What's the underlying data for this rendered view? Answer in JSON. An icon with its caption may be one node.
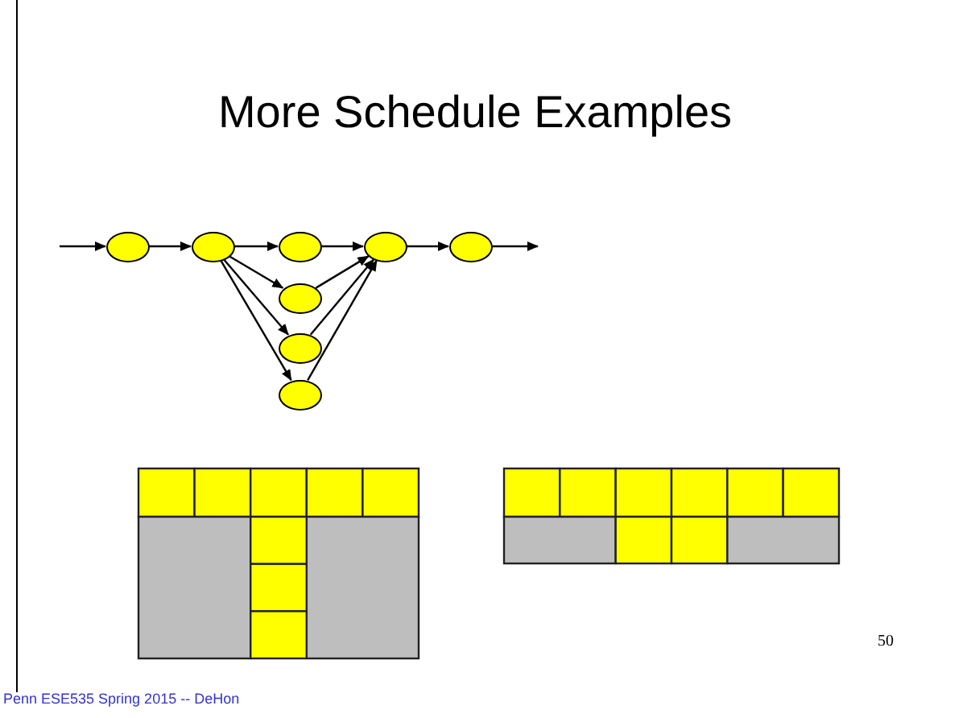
{
  "diagram": {
    "title": "More Schedule Examples",
    "nodes": [
      {
        "text": [],
        "shape": "circle"
      },
      {
        "text": [],
        "shape": "circle"
      },
      {
        "text": [],
        "shape": "circle"
      },
      {
        "text": [],
        "shape": "circle"
      },
      {
        "text": [],
        "shape": "circle"
      },
      {
        "text": [],
        "shape": "circle"
      },
      {
        "text": [],
        "shape": "circle"
      },
      {
        "text": [],
        "shape": "circle"
      }
    ],
    "edges": [
      {
        "from": null,
        "to": 0,
        "arrow": "to"
      },
      {
        "from": 0,
        "to": 1,
        "arrow": "to"
      },
      {
        "from": 1,
        "to": 2,
        "arrow": "to"
      },
      {
        "from": 2,
        "to": 3,
        "arrow": "to"
      },
      {
        "from": 3,
        "to": 4,
        "arrow": "to"
      },
      {
        "from": 4,
        "to": null,
        "arrow": "to"
      },
      {
        "from": 1,
        "to": 5,
        "arrow": "to"
      },
      {
        "from": 1,
        "to": 6,
        "arrow": "to"
      },
      {
        "from": 1,
        "to": 7,
        "arrow": "to"
      },
      {
        "from": 5,
        "to": 3,
        "arrow": "to"
      },
      {
        "from": 6,
        "to": 3,
        "arrow": "to"
      },
      {
        "from": 7,
        "to": 3,
        "arrow": "to"
      }
    ],
    "labels": [
      "50",
      "Penn ESE535 Spring 2015 -- DeHon"
    ]
  }
}
